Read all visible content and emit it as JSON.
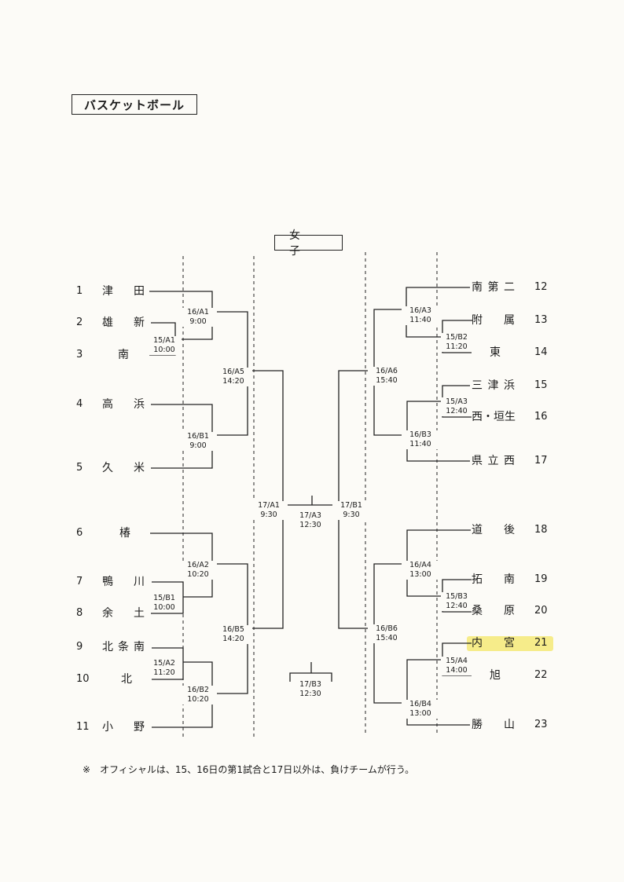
{
  "sport_title": "バスケットボール",
  "division_title": "女子",
  "left_teams": [
    {
      "num": "1",
      "name": "津田"
    },
    {
      "num": "2",
      "name": "雄新"
    },
    {
      "num": "3",
      "name": "南"
    },
    {
      "num": "4",
      "name": "高浜"
    },
    {
      "num": "5",
      "name": "久米"
    },
    {
      "num": "6",
      "name": "椿"
    },
    {
      "num": "7",
      "name": "鴨川"
    },
    {
      "num": "8",
      "name": "余土"
    },
    {
      "num": "9",
      "name": "北条南"
    },
    {
      "num": "10",
      "name": "北"
    },
    {
      "num": "11",
      "name": "小野"
    }
  ],
  "right_teams": [
    {
      "num": "12",
      "name": "南第二"
    },
    {
      "num": "13",
      "name": "附属"
    },
    {
      "num": "14",
      "name": "東"
    },
    {
      "num": "15",
      "name": "三津浜"
    },
    {
      "num": "16",
      "name": "西・垣生"
    },
    {
      "num": "17",
      "name": "県立西"
    },
    {
      "num": "18",
      "name": "道後"
    },
    {
      "num": "19",
      "name": "拓南"
    },
    {
      "num": "20",
      "name": "桑原"
    },
    {
      "num": "21",
      "name": "内宮"
    },
    {
      "num": "22",
      "name": "旭"
    },
    {
      "num": "23",
      "name": "勝山"
    }
  ],
  "highlight_color": "#f6ec8a",
  "matches": {
    "m15A1": {
      "code": "15/A1",
      "time": "10:00"
    },
    "m16A1": {
      "code": "16/A1",
      "time": "9:00"
    },
    "m16B1": {
      "code": "16/B1",
      "time": "9:00"
    },
    "m16A5": {
      "code": "16/A5",
      "time": "14:20"
    },
    "m15B1": {
      "code": "15/B1",
      "time": "10:00"
    },
    "m16A2": {
      "code": "16/A2",
      "time": "10:20"
    },
    "m15A2": {
      "code": "15/A2",
      "time": "11:20"
    },
    "m16B2": {
      "code": "16/B2",
      "time": "10:20"
    },
    "m16B5": {
      "code": "16/B5",
      "time": "14:20"
    },
    "m17A1": {
      "code": "17/A1",
      "time": "9:30"
    },
    "m17A3": {
      "code": "17/A3",
      "time": "12:30"
    },
    "m17B1": {
      "code": "17/B1",
      "time": "9:30"
    },
    "m17B3": {
      "code": "17/B3",
      "time": "12:30"
    },
    "m16A3": {
      "code": "16/A3",
      "time": "11:40"
    },
    "m15B2": {
      "code": "15/B2",
      "time": "11:20"
    },
    "m16A6": {
      "code": "16/A6",
      "time": "15:40"
    },
    "m15A3": {
      "code": "15/A3",
      "time": "12:40"
    },
    "m16B3": {
      "code": "16/B3",
      "time": "11:40"
    },
    "m16A4": {
      "code": "16/A4",
      "time": "13:00"
    },
    "m15B3": {
      "code": "15/B3",
      "time": "12:40"
    },
    "m16B6": {
      "code": "16/B6",
      "time": "15:40"
    },
    "m15A4": {
      "code": "15/A4",
      "time": "14:00"
    },
    "m16B4": {
      "code": "16/B4",
      "time": "13:00"
    }
  },
  "footnote": "※　オフィシャルは、15、16日の第1試合と17日以外は、負けチームが行う。"
}
